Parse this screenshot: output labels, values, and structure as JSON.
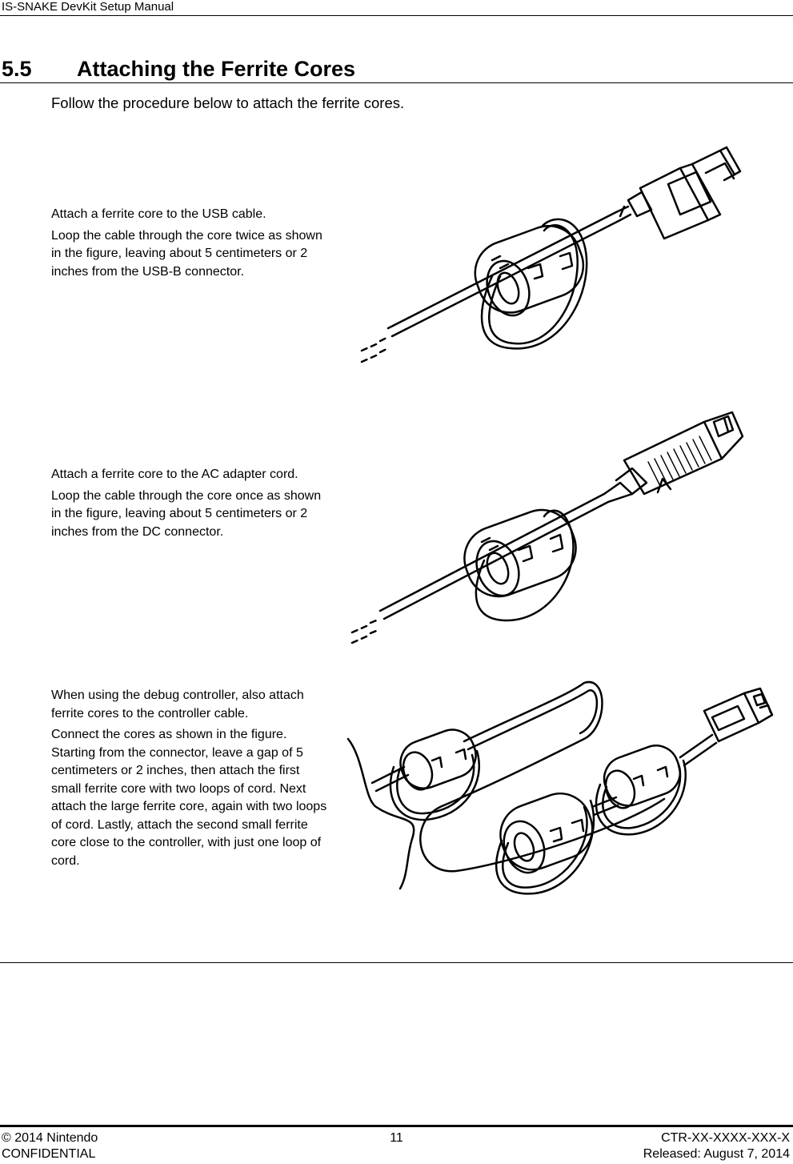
{
  "header": {
    "title": "IS-SNAKE DevKit Setup Manual"
  },
  "section": {
    "number": "5.5",
    "title": "Attaching the Ferrite Cores"
  },
  "intro": "Follow the procedure below to attach the ferrite cores.",
  "steps": [
    {
      "heading": "Attach a ferrite core to the USB cable.",
      "body": "Loop the cable through the core twice as shown in the figure, leaving about 5 centimeters or 2 inches from the USB-B connector."
    },
    {
      "heading": "Attach a ferrite core to the AC adapter cord.",
      "body": "Loop the cable through the core once as shown in the figure, leaving about 5 centimeters or 2 inches from the DC connector."
    },
    {
      "heading": "When using the debug controller, also attach ferrite cores to the controller cable.",
      "body": "Connect the cores as shown in the figure. Starting from the connector, leave a gap of 5 centimeters or 2 inches, then attach the first small ferrite core with two loops of cord. Next attach the large ferrite core, again with two loops of cord. Lastly, attach the second small ferrite core close to the controller, with just one loop of cord."
    }
  ],
  "illustrations": [
    {
      "icon": "usb-cable-ferrite-illustration"
    },
    {
      "icon": "ac-adapter-cord-ferrite-illustration"
    },
    {
      "icon": "controller-cable-ferrite-illustration"
    }
  ],
  "footer": {
    "copyright": "© 2014 Nintendo",
    "confidential": "CONFIDENTIAL",
    "page_number": "11",
    "doc_id": "CTR-XX-XXXX-XXX-X",
    "released": "Released: August 7, 2014"
  }
}
